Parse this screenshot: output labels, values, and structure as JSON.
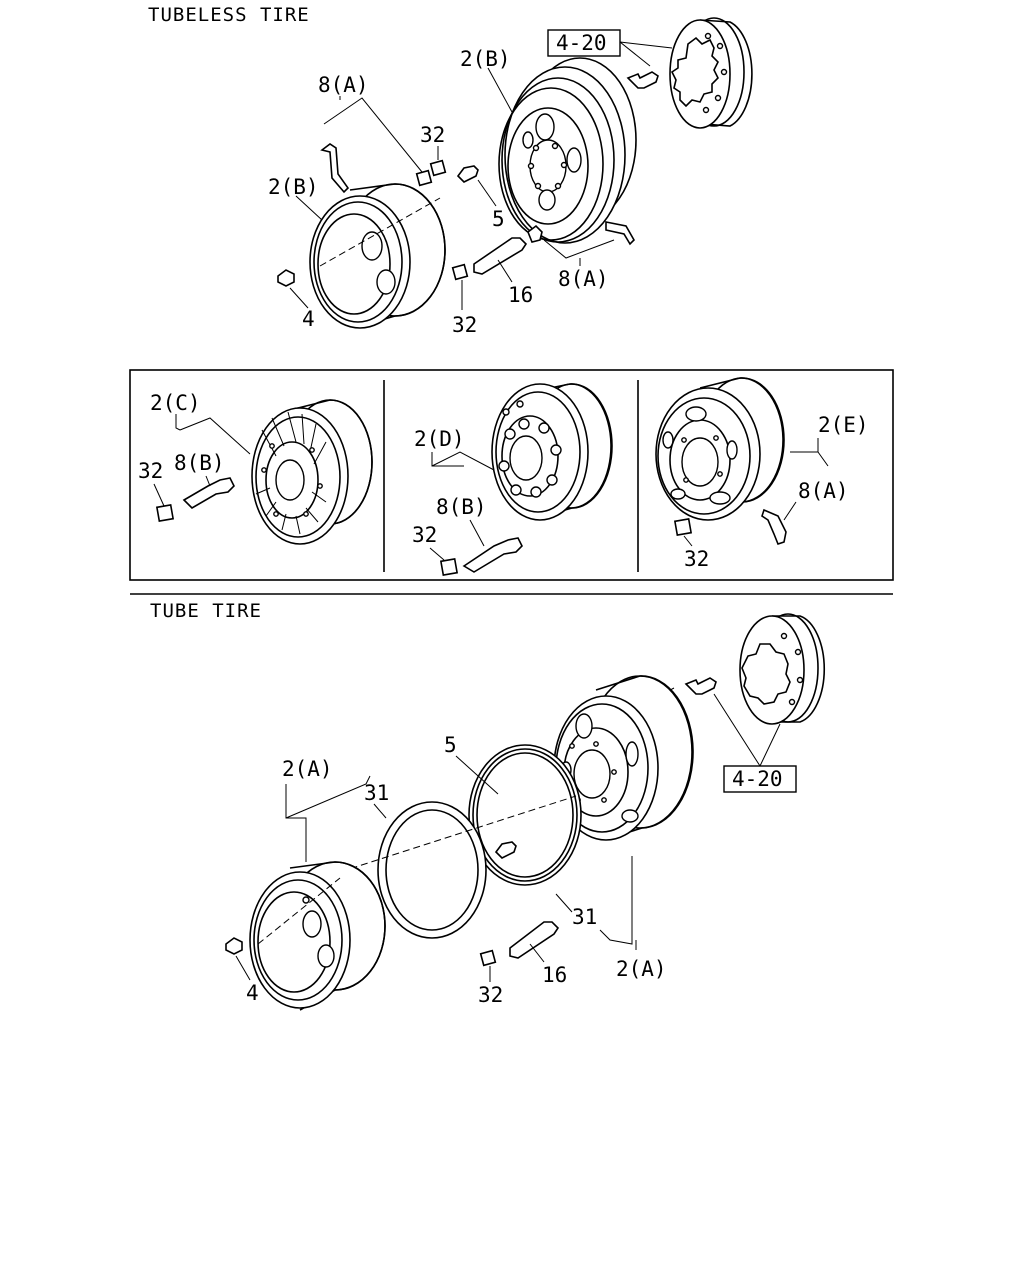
{
  "sections": {
    "tubeless": "TUBELESS TIRE",
    "tube": "TUBE TIRE"
  },
  "labels": {
    "ref_hub_top": "4-20",
    "ref_hub_bottom": "4-20",
    "wheel_b_upper": "2(B)",
    "wheel_b_lower": "2(B)",
    "valve_8a_upper": "8(A)",
    "valve_8a_lower": "8(A)",
    "cap_32_upper": "32",
    "cap_32_lower": "32",
    "valve_5_upper": "5",
    "nut_4_upper": "4",
    "ext_16_upper": "16",
    "wheel_c": "2(C)",
    "valve_8b_c": "8(B)",
    "cap_32_c": "32",
    "wheel_d": "2(D)",
    "valve_8b_d": "8(B)",
    "cap_32_d": "32",
    "wheel_e": "2(E)",
    "valve_8a_e": "8(A)",
    "cap_32_e": "32",
    "wheel_a_left": "2(A)",
    "flap_31_left": "31",
    "valve_5_lower": "5",
    "flap_31_right": "31",
    "wheel_a_right": "2(A)",
    "nut_4_lower": "4",
    "ext_16_lower": "16",
    "cap_32_bottom": "32"
  }
}
